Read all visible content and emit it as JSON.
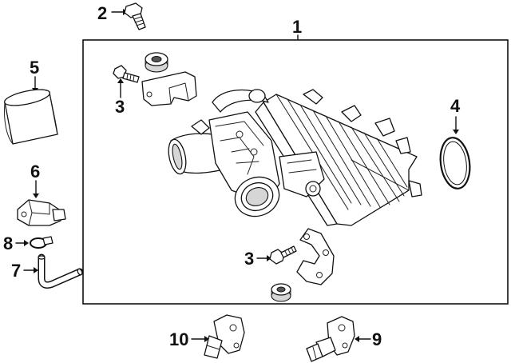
{
  "callouts": [
    {
      "id": "1",
      "label": "1"
    },
    {
      "id": "2",
      "label": "2"
    },
    {
      "id": "3a",
      "label": "3"
    },
    {
      "id": "3b",
      "label": "3"
    },
    {
      "id": "4",
      "label": "4"
    },
    {
      "id": "5",
      "label": "5"
    },
    {
      "id": "6",
      "label": "6"
    },
    {
      "id": "7",
      "label": "7"
    },
    {
      "id": "8",
      "label": "8"
    },
    {
      "id": "9",
      "label": "9"
    },
    {
      "id": "10",
      "label": "10"
    }
  ]
}
